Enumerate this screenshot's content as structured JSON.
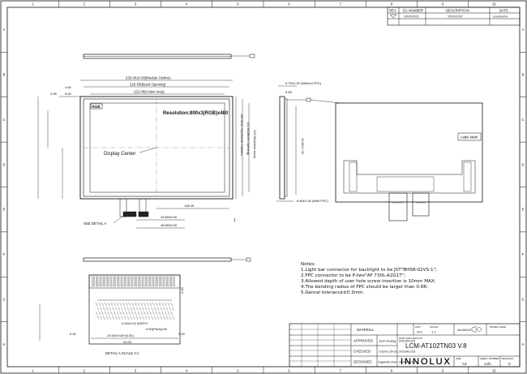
{
  "border": {
    "columns": [
      "1",
      "2",
      "3",
      "4",
      "5",
      "6",
      "7",
      "8",
      "9",
      "10"
    ],
    "rows": [
      "A",
      "B",
      "C",
      "D",
      "E",
      "F",
      "G",
      "H"
    ]
  },
  "revision_table": {
    "headers": [
      "REV",
      "EC NUMBER",
      "DESCRIPTION",
      "DATE"
    ],
    "row": [
      "",
      "XXXXXXX",
      "XXXXXXX",
      "xxxx/xx/xx"
    ]
  },
  "front_view": {
    "dim_outline": "235.00±0.30(Module Outline)",
    "dim_bezel": "225.30(Bezel Opening)",
    "dim_active": "222.00(Active Area)",
    "dim_left1": "4.60",
    "dim_left2": "5.60",
    "dim_left3": "3.55",
    "panel_title": "RGB",
    "resolution": "Resolution:800x3(RGB)x480",
    "display_center": "Display Center",
    "see_detail": "SEE DETAIL  A",
    "dim_h1": "145.00±0.30(Module Outline)",
    "dim_h2": "132.60(Bezel Opening)",
    "dim_h3": "129.60(Active Area)",
    "dim_bottom1": "33.65±0.50",
    "dim_bottom2": "48.85±0.50",
    "dim_fpc": "138.45",
    "mark_1": "1"
  },
  "side_view": {
    "dim_top": "5.70±0.30 (Without FPC)",
    "dim_top2": "3.55",
    "dim_height": "10.80±7.30",
    "dim_fpc": "6.80±0.30 (With FPC)"
  },
  "rear_view": {
    "label_mark": "Lable Mark"
  },
  "detail": {
    "title": "DETAIL  A  SCALE  4:1",
    "dim_pitch": "0.20±0.03 WIDTH",
    "dim_pitch2": "0.50(Pitch)x39",
    "dim_total": "19.50±0.05+(0.50)",
    "dim_total2": "20.00",
    "dim_left": "0.30",
    "dim_right": "0.30",
    "dim_h": "4.00"
  },
  "notes": {
    "heading": "Notes:",
    "lines": [
      "1.Light bar connector for backlight to be JST\"BHSR-02VS-1\";",
      "2.FPC connector to be P-two\"AF 730L-A2G1T\";",
      "3.Allowed depth of user hole screw insertion is 10mm MAX;",
      "4.The bending radius of FPC should be larger than 0.6R;",
      "5.Genral tolerance±0.3mm."
    ]
  },
  "title_block": {
    "material_label": "MATERIAL",
    "approved_label": "APPROVED",
    "approved_name": "Juch.Huang",
    "approved_date": "2010/01/16",
    "checked_label": "CHECKED",
    "checked_name": "Cosmo.Zhou",
    "checked_date": "2010/01/16",
    "designed_label": "DESIGNED",
    "designed_name": "Organnik.Chen",
    "designed_date": "2010/01/16",
    "unit_label": "UNIT",
    "unit_value": "mm",
    "scale_label": "SCALE",
    "scale_value": "1:2",
    "angle_label": "3rd ANGLE",
    "model_label": "MODEL NAME",
    "part_desc_label": "PART DESCRIPTION",
    "part_name": "LCM-AT102TN03 V.8",
    "company": "INNOLUX",
    "size_label": "SIZE",
    "size_value": "A3",
    "sheet_label": "SHEET NUMBER",
    "sheet_value": "1of1",
    "revision_label": "REVISION",
    "revision_value": "0"
  },
  "colors": {
    "line": "#111111",
    "centerline": "#555555",
    "panel_fill": "#ffffff"
  }
}
